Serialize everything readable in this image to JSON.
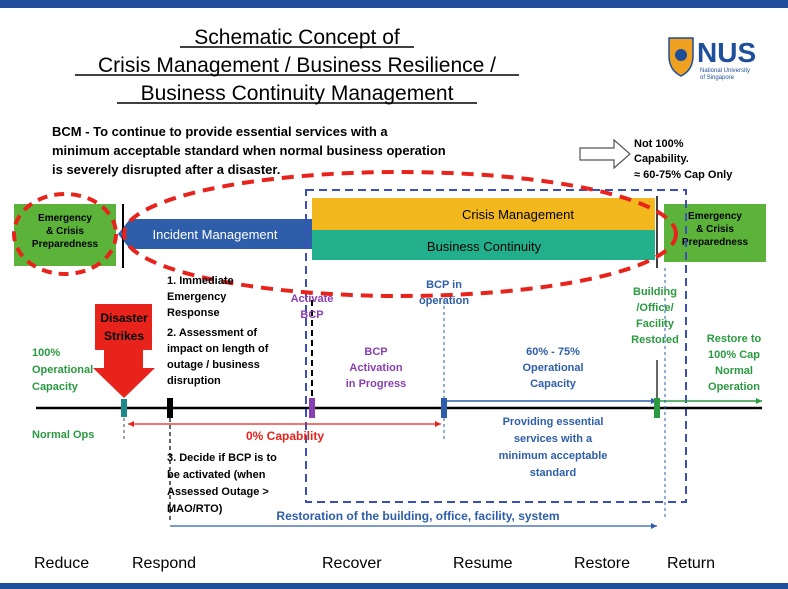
{
  "title": {
    "line1": "Schematic Concept of",
    "line2": "Crisis Management / Business Resilience /",
    "line3": "Business Continuity Management"
  },
  "logo": {
    "text": "NUS",
    "sub1": "National University",
    "sub2": "of Singapore"
  },
  "bcm": {
    "line1": "BCM  -  To continue to provide essential services with a",
    "line2": "minimum acceptable standard when normal business operation",
    "line3": "is severely disrupted after a disaster."
  },
  "capability_note": {
    "line1": "Not 100%",
    "line2": "Capability.",
    "line3": "≈ 60-75% Cap Only"
  },
  "bands": {
    "emergency_left": [
      "Emergency",
      "& Crisis",
      "Preparedness"
    ],
    "incident": "Incident Management",
    "crisis": "Crisis Management",
    "continuity": "Business Continuity",
    "emergency_right": [
      "Emergency",
      "& Crisis",
      "Preparedness"
    ]
  },
  "timeline": {
    "disaster": [
      "Disaster",
      "Strikes"
    ],
    "operational_left": [
      "100%",
      "Operational",
      "Capacity"
    ],
    "normal_ops": "Normal Ops",
    "immediate": [
      "1.  Immediate",
      "Emergency",
      "Response",
      "2.  Assessment of",
      "impact on length of",
      "outage / business",
      "disruption"
    ],
    "decide": [
      "3.  Decide if BCP is to",
      "be activated (when",
      "Assessed Outage >",
      "MAO/RTO)"
    ],
    "activate": [
      "Activate",
      "BCP"
    ],
    "bcp_progress": [
      "BCP",
      "Activation",
      "in Progress"
    ],
    "bcp_operation": [
      "BCP in",
      "operation"
    ],
    "operational_capacity": [
      "60% - 75%",
      "Operational",
      "Capacity"
    ],
    "providing": [
      "Providing essential",
      "services with a",
      "minimum acceptable",
      "standard"
    ],
    "zero_cap": "0% Capability",
    "building": [
      "Building",
      "/Office/",
      "Facility",
      "Restored"
    ],
    "restore_cap": [
      "Restore to",
      "100% Cap",
      "Normal",
      "Operation"
    ],
    "restoration": "Restoration of the building, office, facility, system"
  },
  "phases": [
    "Reduce",
    "Respond",
    "Recover",
    "Resume",
    "Restore",
    "Return"
  ],
  "colors": {
    "top_bar": "#1f4e9a",
    "green": "#5cb33a",
    "blue": "#2e5eaa",
    "orange": "#f2b81e",
    "teal": "#22b08c",
    "red_dash": "#e8231c",
    "purple": "#8a3fb0",
    "dark_green": "#2a9a40",
    "navy_dash": "#3b4fb8"
  }
}
